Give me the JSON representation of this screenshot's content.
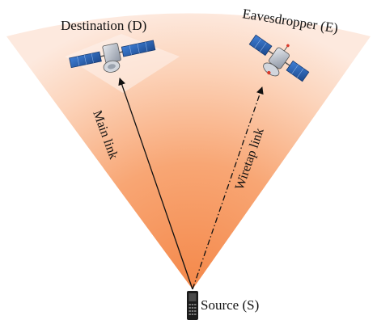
{
  "labels": {
    "destination": "Destination (D)",
    "eavesdropper": "Eavesdropper (E)",
    "source": "Source (S)",
    "main_link": "Main link",
    "wiretap_link": "Wiretap link"
  },
  "colors": {
    "beam_apex": "#f4884a",
    "beam_edge": "#fde7db",
    "arrow": "#111111",
    "satellite_panel": "#2a63b8",
    "satellite_body": "#b8bfca"
  },
  "icons": {
    "destination": "satellite-icon",
    "eavesdropper": "spy-satellite-icon",
    "source": "mobile-phone-icon"
  }
}
